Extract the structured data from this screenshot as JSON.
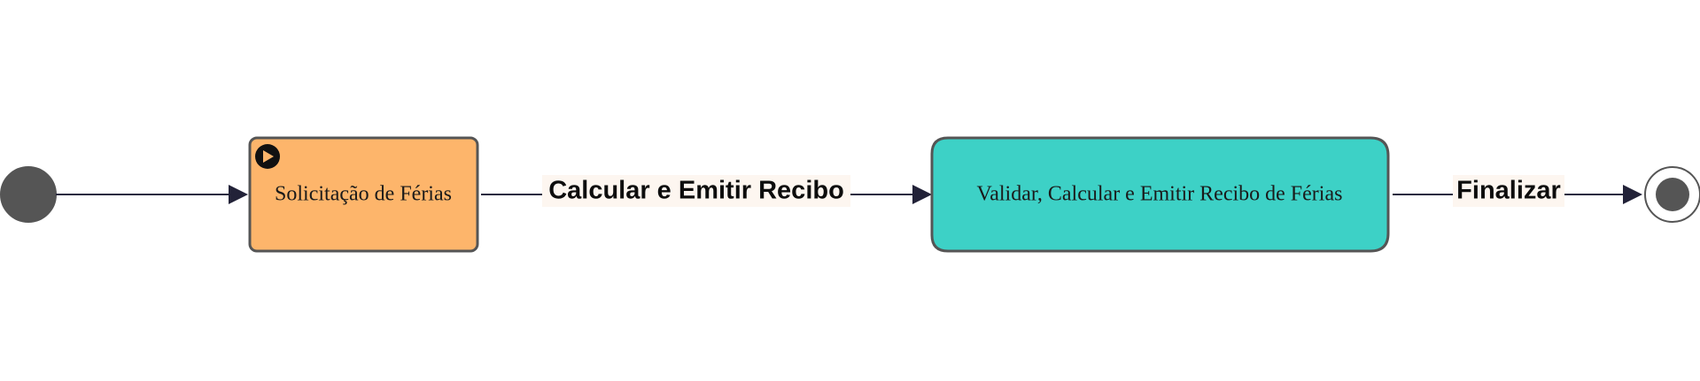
{
  "diagram": {
    "nodes": [
      {
        "id": "start",
        "kind": "start-event",
        "color": "#555555"
      },
      {
        "id": "task1",
        "kind": "task",
        "label": "Solicitação de Férias",
        "fill": "#fdb56b",
        "icon": "play-icon"
      },
      {
        "id": "task2",
        "kind": "task",
        "label": "Validar, Calcular e Emitir Recibo de Férias",
        "fill": "#3dd1c6"
      },
      {
        "id": "end",
        "kind": "end-event",
        "color": "#555555"
      }
    ],
    "edges": [
      {
        "from": "start",
        "to": "task1",
        "label": ""
      },
      {
        "from": "task1",
        "to": "task2",
        "label": "Calcular e Emitir Recibo"
      },
      {
        "from": "task2",
        "to": "end",
        "label": "Finalizar"
      }
    ],
    "colors": {
      "stroke": "#555555",
      "edge": "#2a2a40",
      "arrow": "#222238"
    }
  }
}
